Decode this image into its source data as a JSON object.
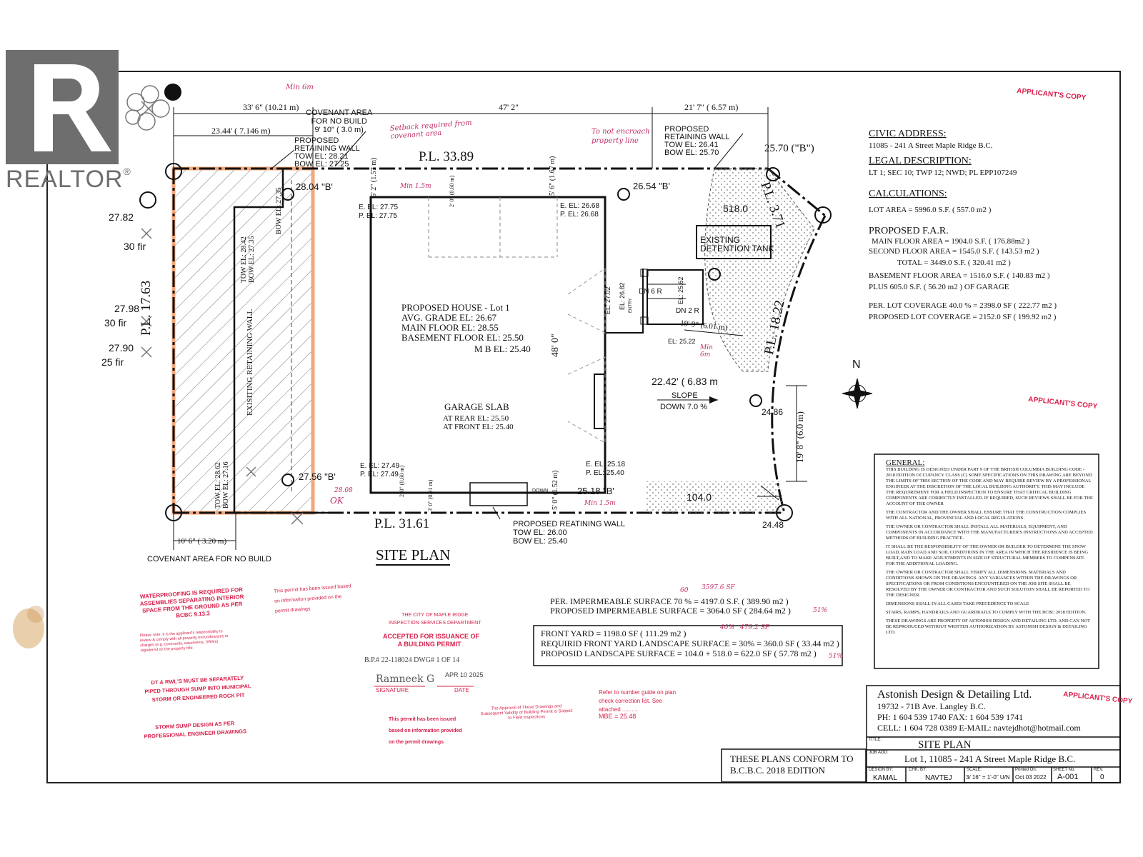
{
  "watermark": {
    "brand": "REALTOR",
    "reg": "®"
  },
  "applicant_copy": "APPLICANT'S COPY",
  "top_dims": {
    "left": "33' 6\" (10.21 m)",
    "mid": "47' 2\"",
    "right": "21' 7\" ( 6.57 m)",
    "setback": "23.44' ( 7.146 m)"
  },
  "covenant_top": {
    "l1": "COVENANT AREA",
    "l2": "FOR NO BUILD",
    "l3": "9' 10\" ( 3.0 m)"
  },
  "wall_top": {
    "l1": "PROPOSED",
    "l2": "RETAINING WALL",
    "l3": "TOW EL: 28.21",
    "l4": "BOW EL: 27.25"
  },
  "wall_right": {
    "l1": "PROPOSED",
    "l2": "RETAINING WALL",
    "l3": "TOW EL: 26.41",
    "l4": "BOW EL: 25.70"
  },
  "handwritten": {
    "min6m_top": "Min 6m",
    "setback": "Setback required from covenant area",
    "encroach": "To not encroach property line",
    "min15m_top": "Min 1.5m",
    "min6m_right": "Min 6m",
    "min15m_bot": "Min 1.5m",
    "el2808": "28.08",
    "ok": "OK",
    "imp60": "60",
    "imp35976": "3597.6 SF",
    "imp51": "51%",
    "yd40": "40%",
    "yd4792": "479.2 SF",
    "yd51": "51%"
  },
  "pl": {
    "top": "P.L. 33.89",
    "left": "P.L. 17.63",
    "bottom": "P.L. 31.61",
    "right_top": "P.L. 3.71",
    "right": "P.L. 18.22"
  },
  "corner": {
    "ne": "25.70 (\"B\")",
    "left_el": "27.82",
    "fir1": "30 fir",
    "el2798": "27.98",
    "fir2": "30 fir",
    "el2790": "27.90",
    "fir3": "25 fir",
    "b2804": "28.04 \"B'",
    "b2654": "26.54 \"B'",
    "b2756": "27.56 \"B'",
    "b2518": "25.18 \"B'",
    "el2486": "24.86",
    "el2448": "24.48"
  },
  "house_pts": {
    "tl1": "E. EL: 27.75",
    "tl2": "P. EL: 27.75",
    "tr1": "E. EL: 26.68",
    "tr2": "P. EL: 26.68",
    "bl1": "E. EL: 27.49",
    "bl2": "P. EL: 27.49",
    "br1": "E. EL: 25.18",
    "br2": "P. EL: 25.40",
    "el2702": "EL: 27.02",
    "el2682": "EL: 26.82",
    "entry": "ENTRY",
    "el2562": "EL: 25.62",
    "el2522": "EL: 25.22",
    "dn6r": "DN 6 R",
    "dn2r": "DN 2 R",
    "down": "DOWN"
  },
  "setbacks": {
    "s1": "5' 2\"",
    "s1m": "(1.57 m)",
    "s2": "2' 0\"",
    "s2m": "(0.60 m)",
    "s3": "5' 6\"",
    "s3m": "(1.67 m)",
    "s4": "2' 0\"",
    "s4m": "(0.60 m)",
    "s5": "3' 0\"",
    "s5m": "(0.91 m)",
    "s6": "5' 0\"",
    "s6m": "(1.52 m)",
    "side": "19' 9\"",
    "sidem": "(6.01 m)"
  },
  "house": {
    "title": "PROPOSED HOUSE - Lot 1",
    "avg": "AVG. GRADE EL: 26.67",
    "main": "MAIN FLOOR EL: 28.55",
    "base": "BASEMENT FLOOR EL: 25.50",
    "mb": "M B  EL: 25.40",
    "depth": "48' 0\"",
    "garage": "GARAGE SLAB",
    "rear": "AT REAR EL: 25.50",
    "front": "AT FRONT EL: 25.40"
  },
  "wall_exist": "EXISITING RETAINING WALL",
  "wall_tow1": "TOW EL: 28.42",
  "wall_bow1": "BOW EL: 27.35",
  "wall_bow2": "BOW EL: 27.35",
  "wall_tow2": "TOW EL: 28.62",
  "wall_bow3": "BOW EL: 27.16",
  "tank": {
    "l1": "EXISTING",
    "l2": "DETENTION TANK",
    "area": "518.0"
  },
  "front_area": "104.0",
  "slope": {
    "dist": "22.42' ( 6.83 m",
    "l1": "SLOPE",
    "l2": "DOWN 7.0 %",
    "front": "19' 8\" (6.0 m)"
  },
  "wall_front": {
    "l1": "PROPOSED REATINING WALL",
    "l2": "TOW EL: 26.00",
    "l3": "BOW EL: 25.40"
  },
  "bot_dim": "10' 6\" ( 3.20 m)",
  "covenant_bot": "COVENANT AREA FOR NO BUILD",
  "site_plan": "SITE PLAN",
  "north": "N",
  "civic": {
    "head": "CIVIC ADDRESS:",
    "addr": "11085 - 241 A Street Maple Ridge B.C.",
    "legal_head": "LEGAL DESCRIPTION:",
    "legal": "LT 1; SEC 10; TWP 12; NWD; PL EPP107249",
    "calc_head": "CALCULATIONS:",
    "lot": "LOT AREA = 5996.0 S.F. ( 557.0 m2 )",
    "far_head": "PROPOSED F.A.R.",
    "main": "MAIN FLOOR AREA  =  1904.0 S.F.  ( 176.88m2  )",
    "second": "SECOND FLOOR AREA  =  1545.0 S.F.  ( 143.53 m2 )",
    "total": "TOTAL    =  3449.0 S.F.  ( 320.41 m2 )",
    "base": "BASEMENT FLOOR AREA  =    1516.0 S.F.  ( 140.83 m2 )",
    "plus": "PLUS 605.0 S.F.  ( 56.20 m2 ) OF GARAGE",
    "per": "PER. LOT COVERAGE 40.0 % = 2398.0 SF  ( 222.77 m2 )",
    "prop": "PROPOSED LOT COVERAGE  = 2152.0 SF  ( 199.92 m2 )"
  },
  "general": {
    "head": "GENERAL:",
    "p1": "THIS BUILDING IS DESIGNED UNDER PART 9 OF THE BRITISH COLUMBIA BUILDING CODE - 2018 EDITION OCCUPANCY CLASS (C) SOME SPECIFICATIONS ON THIS DRAWING ARE BEYOND THE LIMITS OF THIS SECTION OF THE CODE AND MAY REQUIRE REVIEW BY A PROFESSIONAL ENGINEER AT THE DISCRETION OF THE LOCAL BUILDING AUTHORITY. THIS MAY INCLUDE THE REQUIREMENT FOR A FIELD INSPECTION TO ENSURE THAT CRITICAL BUILDING COMPONENTS ARE CORRECTLY INSTALLED. IF REQUIRED, SUCH REVIEWS SHALL BE FOR THE ACCOUNT OF THE OWNER",
    "p2": "THE CONTRACTOR AND THE OWNER SHALL ENSURE THAT THE CONSTRUCTION COMPLIES WITH ALL NATIONAL, PROVINCIAL AND LOCAL REGULATIONS.",
    "p3": "THE OWNER OR CONTRACTOR SHALL INSTALL ALL MATERIALS, EQUIPMENT, AND COMPONENTS IN ACCORDANCE WITH THE MANUFACTURER'S INSTRUCTIONS AND ACCEPTED METHODS OF BUILDING PRACTICE.",
    "p4": "IT SHALL BE THE RESPONSIBILITY OF THE OWNER OR BUILDER TO DETERMINE THE SNOW LOAD, RAIN LOAD AND SOIL CONDITIONS IN THE AREA IN WHICH THE RESIDENCE IS BEING BUILT,AND TO MAKE ADJUSTMENTS IN SIZE OF STRUCTURAL MEMBERS TO COMPENSATE FOR THE ADDITIONAL LOADING.",
    "p5": "THE OWNER OR CONTRACTOR SHALL VERIFY ALL DIMENSIONS, MATERIALS AND CONDITIONS SHOWN ON THE DRAWINGS. ANY VARIANCES WITHIN THE DRAWINGS OR SPECIFICATIONS OR FROM CONDITIONS ENCOUNTERED ON THE JOB SITE SHALL BE RESOLVED BY THE OWNER OR CONTRACTOR AND SUCH SOLUTION SHALL BE REPORTED TO THE DESIGNER.",
    "p6": "DIMENSIONS SHALL IN ALL CASES TAKE PRECEDENCE TO SCALE",
    "p7": "STAIRS, RAMPS, HANDRAILS AND GUARDRAILS TO COMPLY WITH THE BCBC 2018 EDITION.",
    "p8": "THESE DRAWINGS ARE PROPERTY OF ASTONISH DESIGN AND DETAILING LTD. AND CAN NOT BE REPRODUCED WITHOUT WRITTEN AUTHORIZATION BY ASTONISH DESIGN & DETAILING LTD."
  },
  "surfaces": {
    "per": "PER. IMPERMEABLE SURFACE 70 % =  4197.0 S.F.  ( 389.90 m2 )",
    "prop": "PROPOSED IMPERMEABLE SURFACE = 3064.0 SF  ( 284.64 m2 )"
  },
  "yard": {
    "l1": "FRONT YARD   = 1198.0 SF  ( 111.29 m2 )",
    "l2": "REQUIRID FRONT YARD LANDSCAPE SURFACE = 30%  = 360.0 SF  ( 33.44 m2 )",
    "l3": "PROPOSID LANDSCAPE SURFACE  = 104.0 + 518.0  = 622.0 SF  ( 57.78 m2 )"
  },
  "stamps": {
    "waterproof": "WATERPROOFING IS REQUIRED FOR ASSEMBLIES SEPARATING INTERIOR SPACE FROM THE GROUND AS PER BCBC 9.13.3",
    "note": "Please note: it is the applicant's responsibility to review & comply with all property encumbrances or charges (e.g. covenants, easements, SRWs) registered on the property title.",
    "dt": "DT & RWL'S MUST BE SEPARATELY PIPED THROUGH SUMP INTO MUNICIPAL STORM OR ENGINEERED ROCK PIT",
    "sump": "STORM SUMP DESIGN AS PER PROFESSIONAL ENGINEER DRAWINGS",
    "issued1": "This permit has been issued based on information provided on the permit drawings",
    "city1": "THE CITY OF MAPLE RIDGE",
    "city2": "INSPECTION SERVICES DEPARTMENT",
    "acc1": "ACCEPTED FOR ISSUANCE OF",
    "acc2": "A BUILDING PERMIT",
    "bp": "B.P.# 22-118024 DWG# 1 OF 14",
    "sig": "Ramneek G",
    "date_val": "APR 10 2025",
    "sig_lbl": "SIGNATURE",
    "date_lbl": "DATE",
    "approval": "The Approval of These Drawings and Subsequent Validity of Building Permit is Subject to Field Inspections",
    "issued2": "This permit has been issued based on information provided on the permit drawings",
    "refer": "Refer to number guide on plan check correction list. See attached ..........",
    "mbe": "MBE = 25.48"
  },
  "conform": {
    "l1": "THESE PLANS CONFORM TO",
    "l2": "B.C.B.C. 2018 EDITION"
  },
  "company": {
    "name": "Astonish Design & Detailing Ltd.",
    "addr": "19732 - 71B Ave. Langley B.C.",
    "ph": "PH: 1 604 539 1740    FAX: 1 604 539 1741",
    "cell": "CELL: 1 604 728 0389   E-MAIL: navtejdhot@hotmail.com"
  },
  "titleblock": {
    "title_lbl": "TITLE:",
    "title": "SITE PLAN",
    "job_lbl": "JOB ADD:",
    "job": "Lot 1, 11085 - 241 A Street Maple Ridge B.C.",
    "design_lbl": "DESIGN BY:",
    "design": "KAMAL",
    "chk_lbl": "CHK. BY:",
    "chk": "NAVTEJ",
    "scale_lbl": "SCALE:",
    "scale": "3/ 16\" = 1'-0\" U/N",
    "printed_lbl": "Printed On:",
    "printed": "Oct 03 2022",
    "sheet_lbl": "SHEET No.",
    "sheet": "A-001",
    "rev_lbl": "REV.",
    "rev": "0"
  }
}
